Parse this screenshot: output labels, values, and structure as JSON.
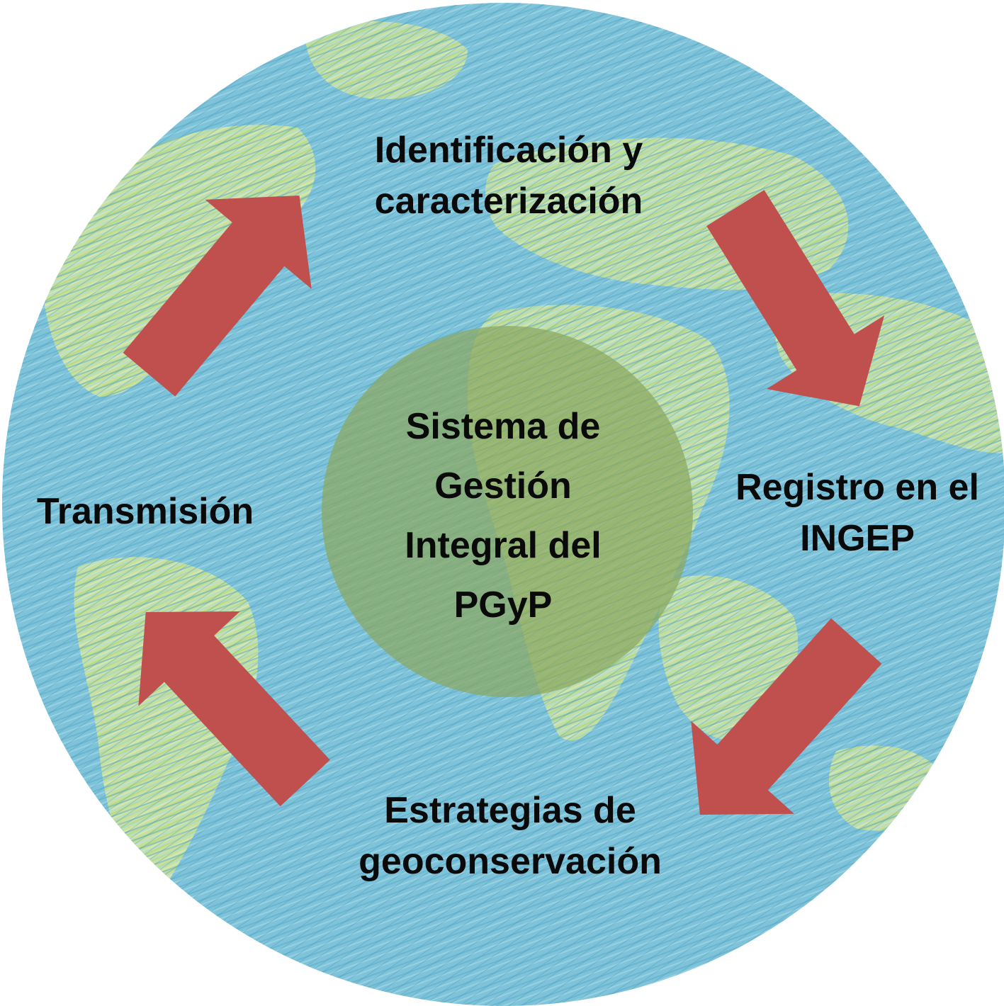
{
  "diagram": {
    "center": {
      "lines": [
        "Sistema de",
        "Gestión",
        "Integral del",
        "PGyP"
      ]
    },
    "stages": {
      "top": {
        "lines": [
          "Identificación y",
          "caracterización"
        ]
      },
      "right": {
        "lines": [
          "Registro en el",
          "INGEP"
        ]
      },
      "bottom": {
        "lines": [
          "Estrategias de",
          "geoconservación"
        ]
      },
      "left": {
        "lines": [
          "Transmisión"
        ]
      }
    },
    "colors": {
      "ocean": "#7ec3d9",
      "land": "#cfe39a",
      "center_disc": "#8aa860",
      "arrow": "#c0504d",
      "text": "#0a0a0a"
    }
  }
}
